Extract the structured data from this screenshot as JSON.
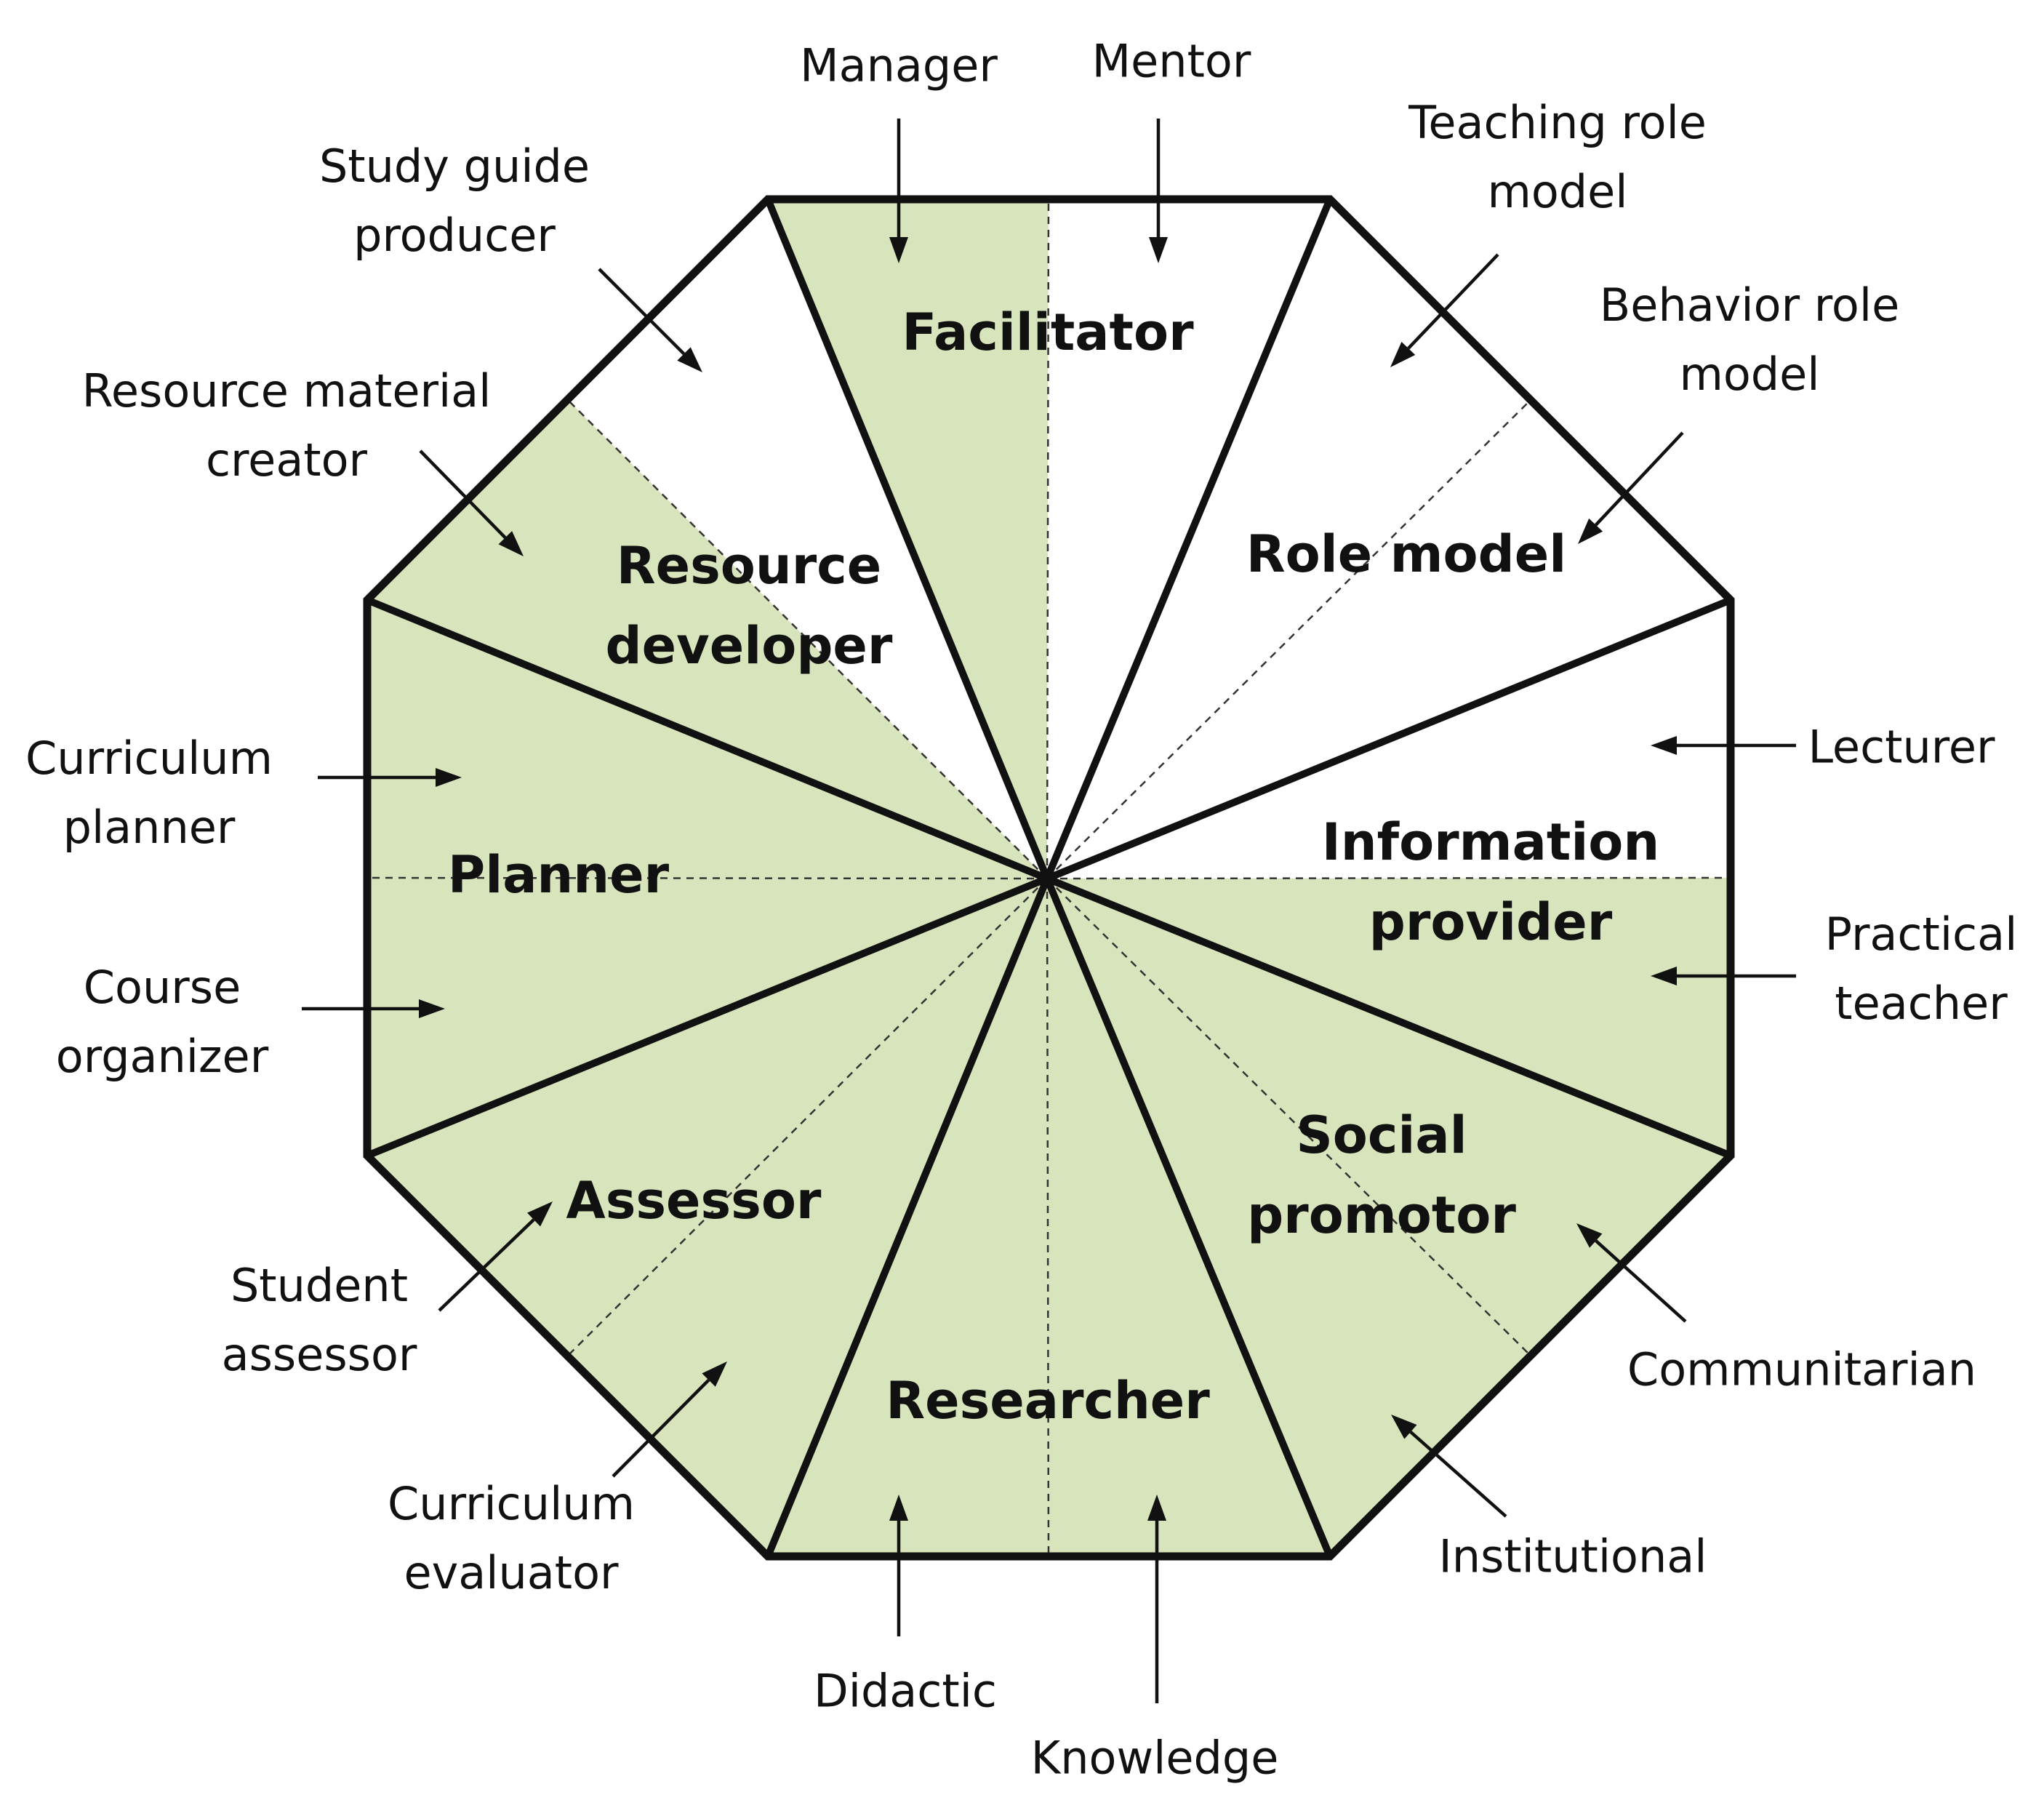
{
  "colors": {
    "shaded": "#d8e4bc",
    "unshaded": "#ffffff",
    "stroke": "#111111"
  },
  "roles": [
    {
      "id": "facilitator",
      "lines": [
        "Facilitator"
      ]
    },
    {
      "id": "role-model",
      "lines": [
        "Role model"
      ]
    },
    {
      "id": "information-provider",
      "lines": [
        "Information",
        "provider"
      ]
    },
    {
      "id": "social-promotor",
      "lines": [
        "Social",
        "promotor"
      ]
    },
    {
      "id": "researcher",
      "lines": [
        "Researcher"
      ]
    },
    {
      "id": "assessor",
      "lines": [
        "Assessor"
      ]
    },
    {
      "id": "planner",
      "lines": [
        "Planner"
      ]
    },
    {
      "id": "resource-developer",
      "lines": [
        "Resource",
        "developer"
      ]
    }
  ],
  "subroles": [
    {
      "id": "manager",
      "lines": [
        "Manager"
      ]
    },
    {
      "id": "mentor",
      "lines": [
        "Mentor"
      ]
    },
    {
      "id": "teaching-role-model",
      "lines": [
        "Teaching role",
        "model"
      ]
    },
    {
      "id": "behavior-role-model",
      "lines": [
        "Behavior role",
        "model"
      ]
    },
    {
      "id": "lecturer",
      "lines": [
        "Lecturer"
      ]
    },
    {
      "id": "practical-teacher",
      "lines": [
        "Practical",
        "teacher"
      ]
    },
    {
      "id": "communitarian",
      "lines": [
        "Communitarian"
      ]
    },
    {
      "id": "institutional",
      "lines": [
        "Institutional"
      ]
    },
    {
      "id": "knowledge",
      "lines": [
        "Knowledge"
      ]
    },
    {
      "id": "didactic",
      "lines": [
        "Didactic"
      ]
    },
    {
      "id": "curriculum-evaluator",
      "lines": [
        "Curriculum",
        "evaluator"
      ]
    },
    {
      "id": "student-assessor",
      "lines": [
        "Student",
        "assessor"
      ]
    },
    {
      "id": "course-organizer",
      "lines": [
        "Course",
        "organizer"
      ]
    },
    {
      "id": "curriculum-planner",
      "lines": [
        "Curriculum",
        "planner"
      ]
    },
    {
      "id": "resource-material-creator",
      "lines": [
        "Resource material",
        "creator"
      ]
    },
    {
      "id": "study-guide-producer",
      "lines": [
        "Study guide",
        "producer"
      ]
    }
  ]
}
